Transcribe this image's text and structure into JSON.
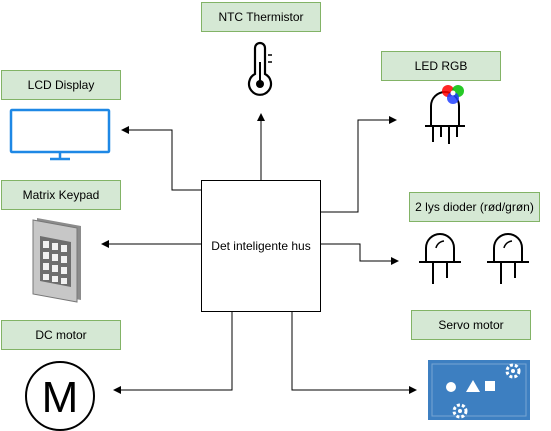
{
  "center": {
    "label": "Det inteligente hus"
  },
  "components": {
    "ntc": {
      "label": "NTC Thermistor",
      "icon": "thermometer-icon"
    },
    "lcd": {
      "label": "LCD Display",
      "icon": "monitor-icon"
    },
    "led_rgb": {
      "label": "LED RGB",
      "icon": "rgb-led-icon"
    },
    "keypad": {
      "label": "Matrix Keypad",
      "icon": "keypad-icon"
    },
    "leds": {
      "label": "2 lys dioder (rød/grøn)",
      "icon": "led-icon"
    },
    "dc_motor": {
      "label": "DC motor",
      "icon": "motor-icon",
      "symbol": "M"
    },
    "servo": {
      "label": "Servo motor",
      "icon": "servo-icon"
    }
  },
  "colors": {
    "label_fill": "#d5e8d4",
    "label_border": "#82b366",
    "lcd_blue": "#1e88e5",
    "servo_blue": "#3d7fc1"
  }
}
